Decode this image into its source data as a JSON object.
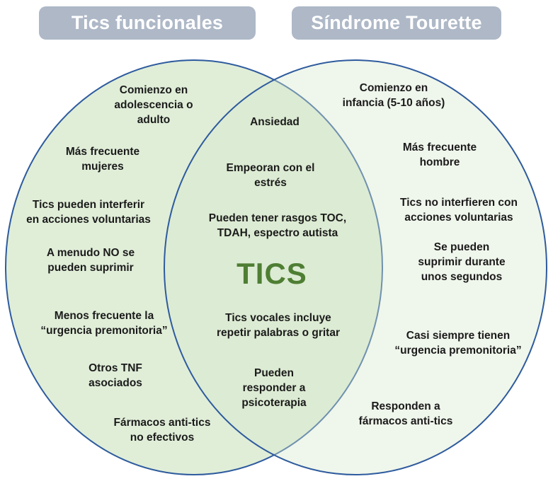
{
  "headers": {
    "left": "Tics funcionales",
    "right": "Síndrome Tourette"
  },
  "colors": {
    "header_bg": "#aeb8c7",
    "header_text": "#ffffff",
    "ellipse_stroke": "#2e5b9e",
    "left_ellipse_fill": "#e0eed8",
    "right_ellipse_fill_overlay": "rgba(214,232,203,0.39)",
    "overlap_fill": "#dcead2",
    "tics_green": "#4e7e33",
    "body_text": "#1b1b1b"
  },
  "venn": {
    "left": {
      "title": "Tics funcionales",
      "items": [
        "Comienzo en\nadolescencia o\nadulto",
        "Más frecuente\nmujeres",
        "Tics pueden interferir\nen acciones voluntarias",
        "A menudo NO se\npueden suprimir",
        "Menos frecuente la\n“urgencia premonitoria”",
        "Otros TNF\nasociados",
        "Fármacos anti-tics\nno efectivos"
      ]
    },
    "overlap": {
      "title": "TICS",
      "items_above": [
        "Ansiedad",
        "Empeoran con el\nestrés",
        "Pueden tener rasgos TOC,\nTDAH, espectro autista"
      ],
      "items_below": [
        "Tics vocales incluye\nrepetir palabras o gritar",
        "Pueden\nresponder a\npsicoterapia"
      ]
    },
    "right": {
      "title": "Síndrome Tourette",
      "items": [
        "Comienzo en\ninfancia (5-10 años)",
        "Más frecuente\nhombre",
        "Tics no interfieren con\nacciones voluntarias",
        "Se pueden\nsuprimir durante\nunos segundos",
        "Casi siempre tienen\n“urgencia premonitoria”",
        "Responden a\nfármacos anti-tics"
      ]
    }
  }
}
